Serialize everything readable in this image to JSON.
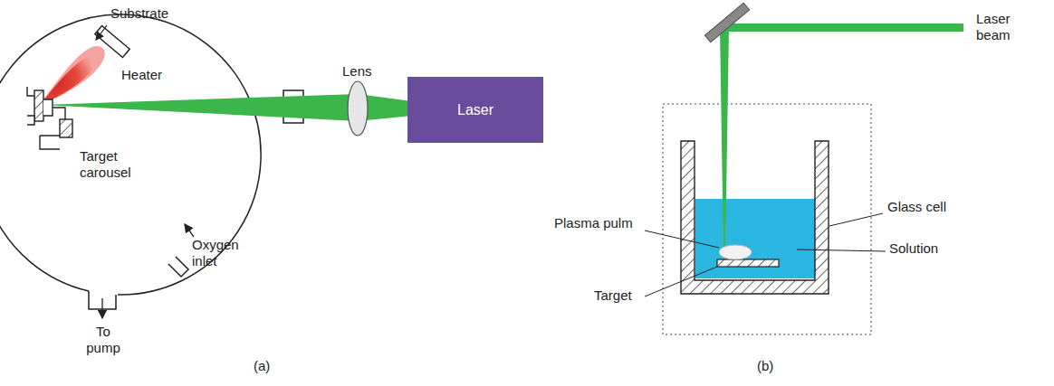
{
  "diagram": {
    "nodes": [
      {
        "text": [
          "Laser"
        ]
      }
    ],
    "labels": [
      "Substrate",
      "Heater",
      "Lens",
      "Target carousel",
      "Oxygen inlet",
      "To pump",
      "(a)",
      "Laser beam",
      "Plasma pulm",
      "Glass cell",
      "Solution",
      "Target",
      "(b)"
    ]
  }
}
